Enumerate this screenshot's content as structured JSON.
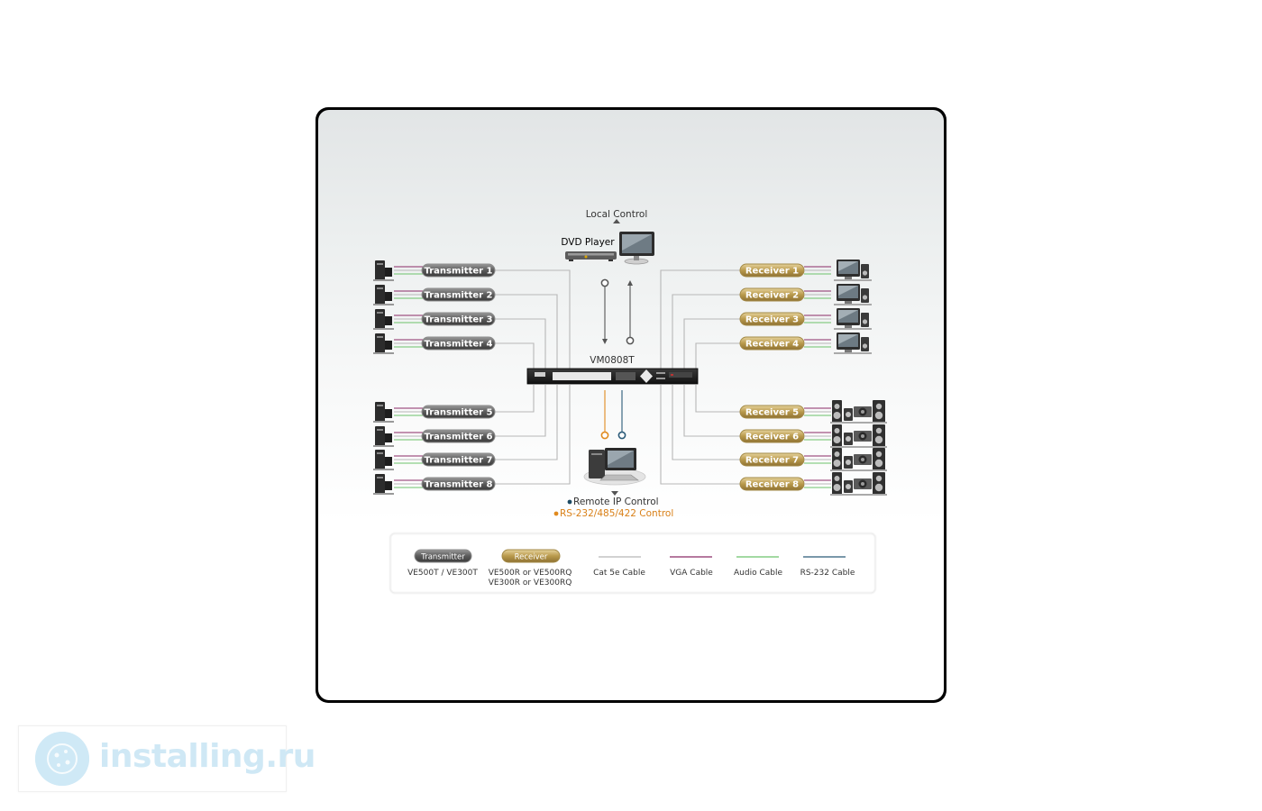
{
  "diagram": {
    "local_control": "Local Control",
    "dvd_player": "DVD Player",
    "device_name": "VM0808T",
    "remote_ip_control": "Remote IP Control",
    "rs_control": "RS-232/485/422 Control",
    "transmitters": [
      "Transmitter 1",
      "Transmitter 2",
      "Transmitter 3",
      "Transmitter 4",
      "Transmitter 5",
      "Transmitter 6",
      "Transmitter 7",
      "Transmitter 8"
    ],
    "receivers": [
      "Receiver 1",
      "Receiver 2",
      "Receiver 3",
      "Receiver 4",
      "Receiver 5",
      "Receiver 6",
      "Receiver 7",
      "Receiver 8"
    ]
  },
  "legend": {
    "transmitter_pill": "Transmitter",
    "transmitter_models": "VE500T / VE300T",
    "receiver_pill": "Receiver",
    "receiver_models_line1": "VE500R or VE500RQ",
    "receiver_models_line2": "VE300R or VE300RQ",
    "cat5e": "Cat 5e Cable",
    "vga": "VGA Cable",
    "audio": "Audio Cable",
    "rs232": "RS-232 Cable"
  },
  "colors": {
    "cat5e": "#b7b7b7",
    "vga": "#8a2a66",
    "audio": "#6cc26a",
    "rs232": "#2a5a78",
    "dvd_label": "#4aa832",
    "rs_label": "#e08a1e",
    "ip_label": "#1d4a63"
  },
  "watermark": {
    "text": "installing.ru"
  }
}
